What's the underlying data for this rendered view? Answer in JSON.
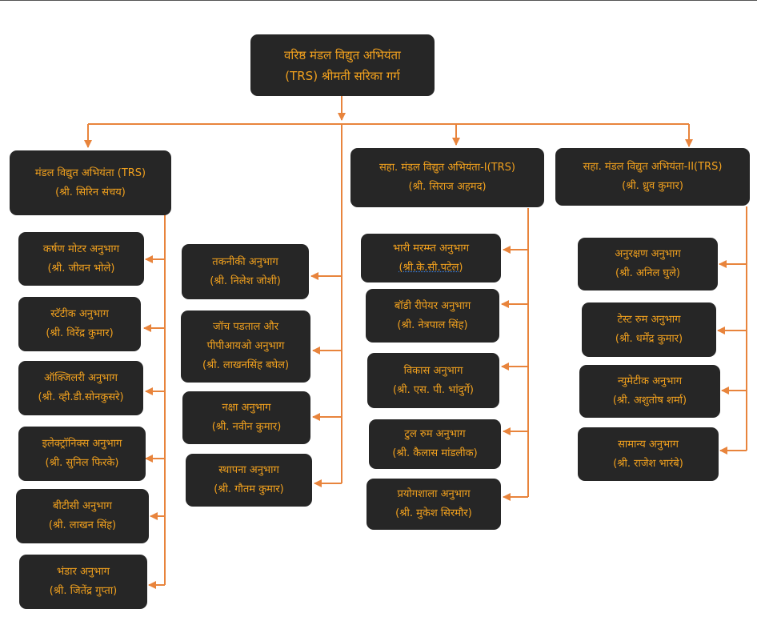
{
  "colors": {
    "box_bg": "#262626",
    "text": "#f0a01e",
    "connector": "#e8843c"
  },
  "root": {
    "line1": "वरिष्ठ मंडल विद्युत अभियंता",
    "line2": "(TRS) श्रीमती सरिका गर्ग"
  },
  "col1": {
    "head": {
      "line1": "मंडल विद्युत अभियंता (TRS)",
      "line2": "(श्री. सिरिन संचय)"
    },
    "items": [
      {
        "line1": "कर्षण मोटर अनुभाग",
        "line2": "(श्री. जीवन भोले)"
      },
      {
        "line1": "स्टॅटीक अनुभाग",
        "line2": "(श्री. विरेंद्र कुमार)"
      },
      {
        "line1": "ऑक्जिलरी अनुभाग",
        "line2": "(श्री. व्ही.डी.सोनकुसरे)"
      },
      {
        "line1": "इलेक्ट्रॉनिक्स अनुभाग",
        "line2": "(श्री. सुनिल फिरके)"
      },
      {
        "line1": "बीटीसी अनुभाग",
        "line2": "(श्री. लाखन सिंह)"
      },
      {
        "line1": "भंडार अनुभाग",
        "line2": "(श्री. जितेंद्र गुप्ता)"
      }
    ]
  },
  "col2": {
    "items": [
      {
        "line1": "तकनीकी अनुभाग",
        "line2": "(श्री. निलेश जोशी)"
      },
      {
        "line1": "जॉच पडताल और",
        "line2": "पीपीआयओ अनुभाग",
        "line3": "(श्री. लाखनसिंह बघेल)"
      },
      {
        "line1": "नक्षा अनुभाग",
        "line2": "(श्री. नवीन कुमार)"
      },
      {
        "line1": "स्थापना अनुभाग",
        "line2": "(श्री. गौतम कुमार)"
      }
    ]
  },
  "col3": {
    "head": {
      "line1": "सहा. मंडल विद्युत अभियंता-I(TRS)",
      "line2": "(श्री. सिराज अहमद)"
    },
    "items": [
      {
        "line1": "भारी मरम्म्त अनुभाग",
        "line2": "(श्री.के.सी.पटेल)"
      },
      {
        "line1": "बॉडी रीपेयर अनुभाग",
        "line2": "(श्री. नेत्रपाल सिंह)"
      },
      {
        "line1": "विकास अनुभाग",
        "line2": "(श्री. एस. पी. भांदुर्गे)"
      },
      {
        "line1": "टुल रुम अनुभाग",
        "line2": "(श्री. कैलास मांडलीक)"
      },
      {
        "line1": "प्रयोगशाला अनुभाग",
        "line2": "(श्री. मुकेश सिरमौर)"
      }
    ]
  },
  "col4": {
    "head": {
      "line1": "सहा. मंडल विद्युत अभियंता-II(TRS)",
      "line2": "(श्री. ध्रुव कुमार)"
    },
    "items": [
      {
        "line1": "अनुरक्षण अनुभाग",
        "line2": "(श्री. अनिल घुले)"
      },
      {
        "line1": "टेस्ट रुम अनुभाग",
        "line2": "(श्री. धर्मेंद्र कुमार)"
      },
      {
        "line1": "न्युमेटीक अनुभाग",
        "line2": "(श्री. अशुतोष शर्मा)"
      },
      {
        "line1": "सामान्य अनुभाग",
        "line2": "(श्री. राजेश भारंबे)"
      }
    ]
  }
}
